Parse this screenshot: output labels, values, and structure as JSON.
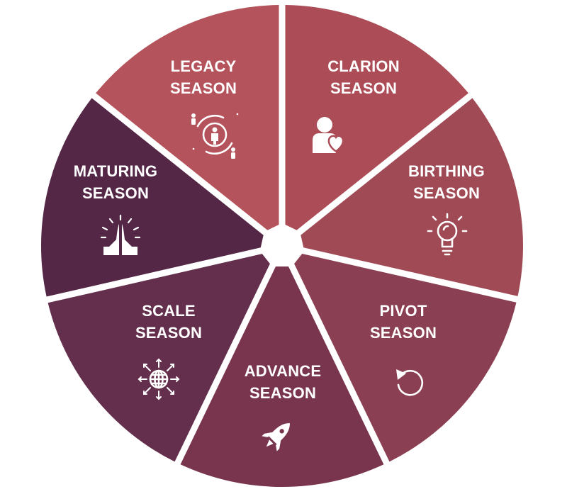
{
  "diagram": {
    "segments": [
      {
        "id": "legacy",
        "line1": "LEGACY",
        "line2": "SEASON",
        "icon": "people-cycle-icon",
        "color": "#b4535b"
      },
      {
        "id": "clarion",
        "line1": "CLARION",
        "line2": "SEASON",
        "icon": "person-heart-icon",
        "color": "#ab4c57"
      },
      {
        "id": "birthing",
        "line1": "BIRTHING",
        "line2": "SEASON",
        "icon": "lightbulb-icon",
        "color": "#a04a55"
      },
      {
        "id": "pivot",
        "line1": "PIVOT",
        "line2": "SEASON",
        "icon": "rotate-arrow-icon",
        "color": "#8b3f52"
      },
      {
        "id": "advance",
        "line1": "ADVANCE",
        "line2": "SEASON",
        "icon": "rocket-icon",
        "color": "#7a354e"
      },
      {
        "id": "scale",
        "line1": "SCALE",
        "line2": "SEASON",
        "icon": "globe-arrows-icon",
        "color": "#642f4c"
      },
      {
        "id": "maturing",
        "line1": "MATURING",
        "line2": "SEASON",
        "icon": "praying-hands-icon",
        "color": "#552747"
      }
    ]
  }
}
